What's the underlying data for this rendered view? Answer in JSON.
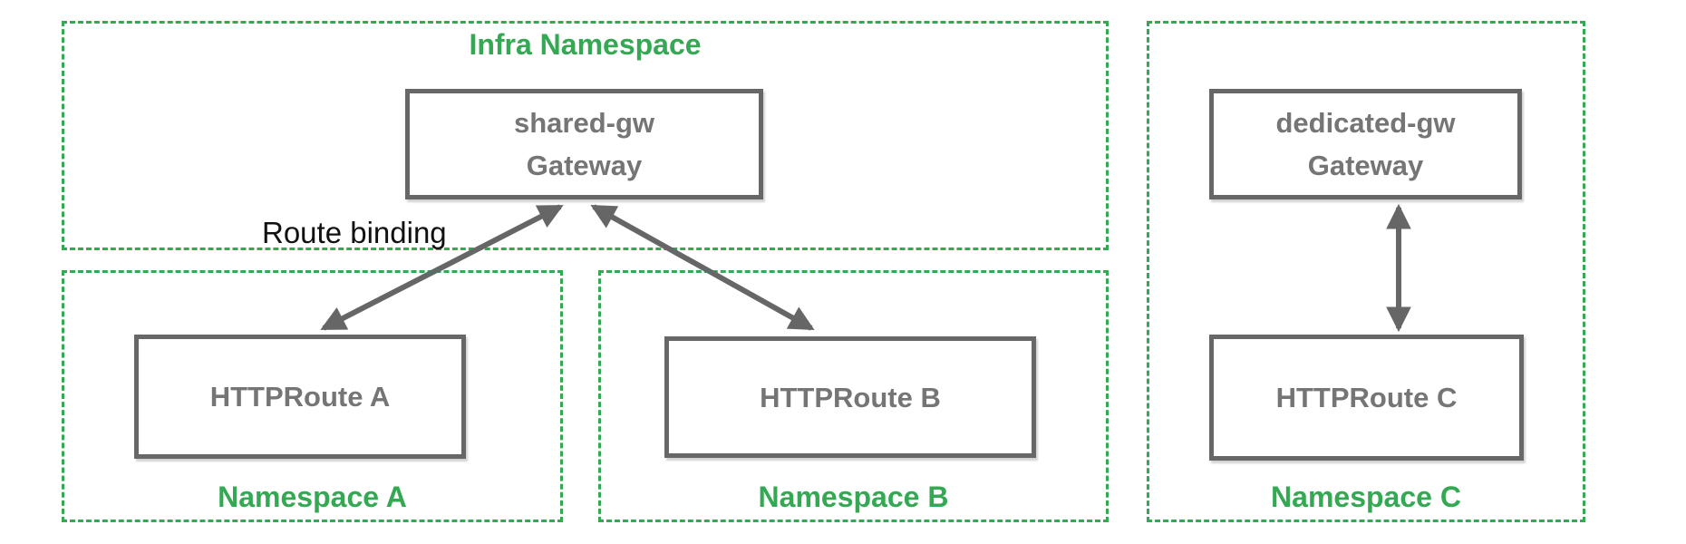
{
  "namespaces": {
    "infra": {
      "label": "Infra Namespace"
    },
    "a": {
      "label": "Namespace A"
    },
    "b": {
      "label": "Namespace B"
    },
    "c": {
      "label": "Namespace C"
    }
  },
  "nodes": {
    "shared_gw": {
      "name": "shared-gw",
      "kind": "Gateway"
    },
    "dedicated_gw": {
      "name": "dedicated-gw",
      "kind": "Gateway"
    },
    "route_a": {
      "label": "HTTPRoute A"
    },
    "route_b": {
      "label": "HTTPRoute B"
    },
    "route_c": {
      "label": "HTTPRoute C"
    }
  },
  "annotations": {
    "route_binding": "Route binding"
  },
  "colors": {
    "namespace_green": "#34A853",
    "node_border_gray": "#676767",
    "node_text_gray": "#757575",
    "arrow_gray": "#666666",
    "annotation_black": "#111111",
    "background": "#ffffff"
  }
}
